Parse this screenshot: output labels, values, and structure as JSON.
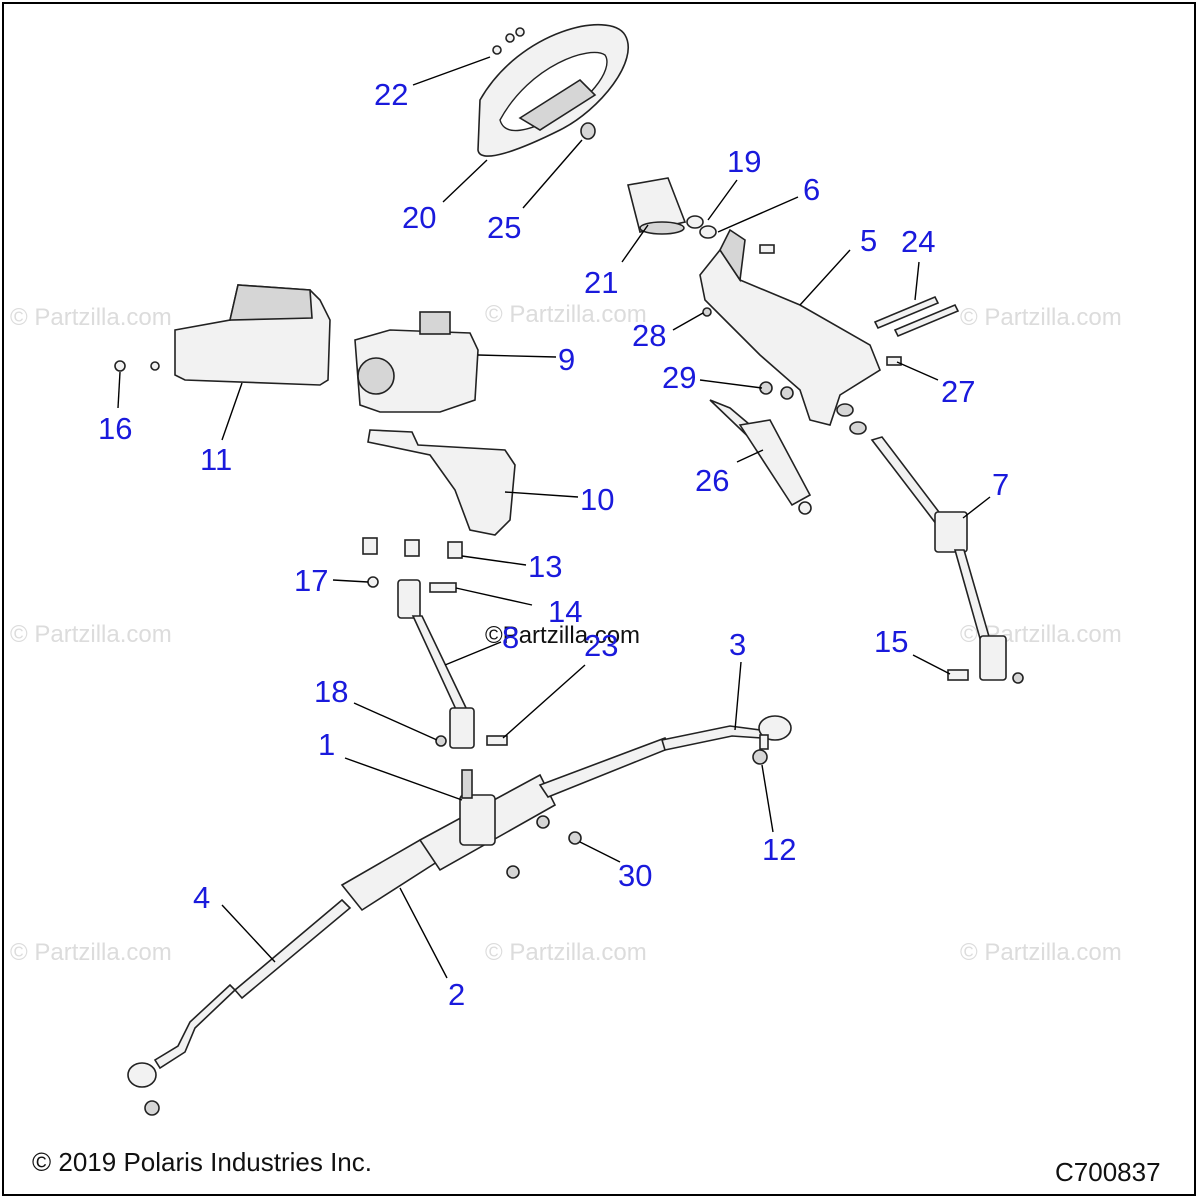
{
  "diagram": {
    "watermark_text": "© Partzilla.com",
    "center_watermark_text": "©Partzilla.com",
    "copyright": "© 2019 Polaris Industries Inc.",
    "diagram_code": "C700837",
    "callouts": [
      "1",
      "2",
      "3",
      "4",
      "5",
      "6",
      "7",
      "8",
      "9",
      "10",
      "11",
      "12",
      "13",
      "14",
      "15",
      "16",
      "17",
      "18",
      "19",
      "20",
      "21",
      "22",
      "23",
      "24",
      "25",
      "26",
      "27",
      "28",
      "29",
      "30"
    ]
  },
  "colors": {
    "callout": "#1a1adc",
    "line": "#000000",
    "watermark": "#dcdcdc"
  }
}
